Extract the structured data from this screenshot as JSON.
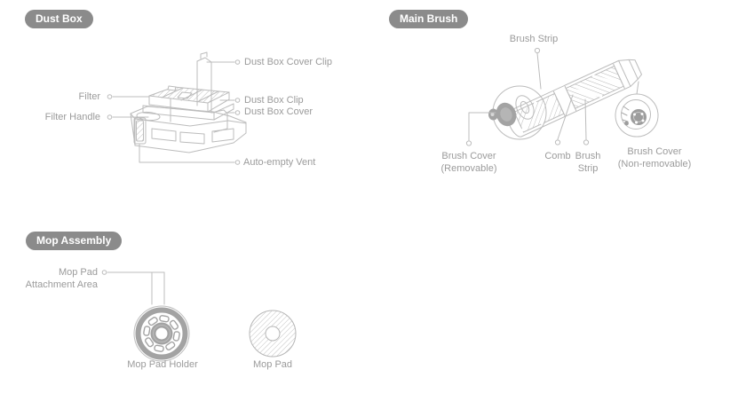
{
  "document": {
    "type": "product-parts-diagram",
    "colors": {
      "badge_background": "#8b8b8b",
      "badge_text": "#ffffff",
      "label_text": "#9b9b9b",
      "line_art": "#bcbcbc",
      "part_gray": "#a3a3a3"
    }
  },
  "sections": {
    "dust_box": {
      "badge": "Dust Box",
      "labels": {
        "filter": "Filter",
        "filter_handle": "Filter Handle",
        "cover_clip": "Dust Box Cover Clip",
        "clip": "Dust Box Clip",
        "cover": "Dust Box Cover",
        "auto_empty_vent": "Auto-empty Vent"
      }
    },
    "main_brush": {
      "badge": "Main Brush",
      "labels": {
        "brush_strip_top": "Brush Strip",
        "brush_cover_removable_line1": "Brush Cover",
        "brush_cover_removable_line2": "(Removable)",
        "comb": "Comb",
        "brush_strip_bottom_line1": "Brush",
        "brush_strip_bottom_line2": "Strip",
        "brush_cover_fixed_line1": "Brush Cover",
        "brush_cover_fixed_line2": "(Non-removable)"
      }
    },
    "mop_assembly": {
      "badge": "Mop Assembly",
      "labels": {
        "attachment_line1": "Mop Pad",
        "attachment_line2": "Attachment Area",
        "mop_pad_holder": "Mop Pad Holder",
        "mop_pad": "Mop Pad"
      }
    }
  }
}
